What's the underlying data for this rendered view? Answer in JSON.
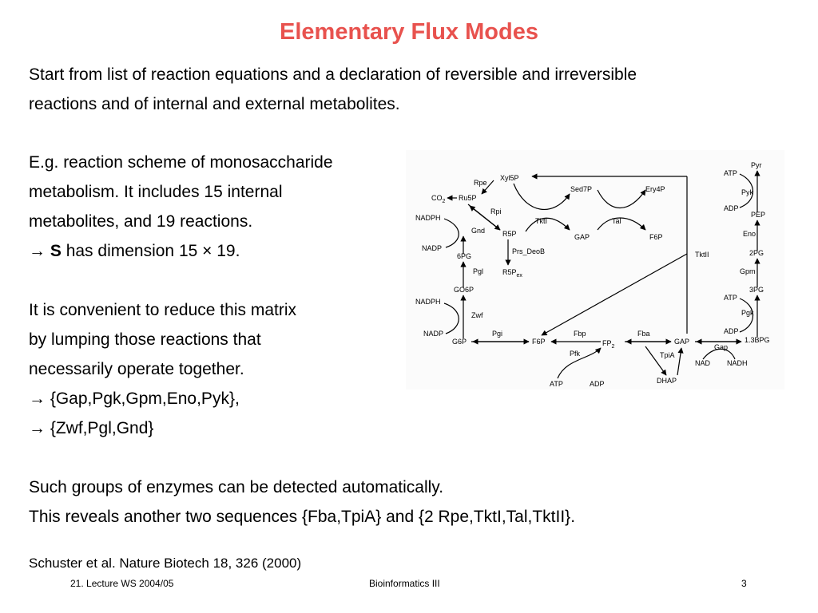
{
  "slide": {
    "title": "Elementary Flux Modes",
    "intro_line1": "Start from list of reaction equations and a declaration of reversible and irreversible",
    "intro_line2": "reactions and of internal and external metabolites.",
    "eg_line1": "E.g. reaction scheme of monosaccharide",
    "eg_line2": "metabolism. It includes 15 internal",
    "eg_line3": "metabolites, and 19 reactions.",
    "arrow_symbol": "→",
    "matrix_symbol": "S",
    "dimension_text": " has dimension 15 × 19.",
    "reduce_line1": "It is convenient to reduce this matrix",
    "reduce_line2": "by lumping those reactions that",
    "reduce_line3": "necessarily operate together.",
    "group1": " {Gap,Pgk,Gpm,Eno,Pyk},",
    "group2": " {Zwf,Pgl,Gnd}",
    "detect_line": "Such groups of enzymes can be detected automatically.",
    "reveal_line": "This reveals another two sequences {Fba,TpiA} and {2 Rpe,TktI,Tal,TktII}.",
    "reference": "Schuster et al. Nature Biotech 18, 326 (2000)"
  },
  "footer": {
    "left": "21. Lecture WS 2004/05",
    "center": "Bioinformatics III",
    "page": "3"
  },
  "diagram": {
    "labels": {
      "xyl5p": "Xyl5P",
      "rpe": "Rpe",
      "ru5p": "Ru5P",
      "co2": "CO",
      "co2_sub": "2",
      "rpi": "Rpi",
      "r5p": "R5P",
      "tkti": "TktI",
      "sed7p": "Sed7P",
      "tal": "Tal",
      "ery4p": "Ery4P",
      "gap_top": "GAP",
      "f6p_top": "F6P",
      "tktii": "TktII",
      "prs_deob": "Prs_DeoB",
      "r5pex": "R5P",
      "r5pex_sub": "ex",
      "nadph1": "NADPH",
      "gnd": "Gnd",
      "nadp1": "NADP",
      "pg6": "6PG",
      "pgl": "Pgl",
      "go6p": "GO6P",
      "nadph2": "NADPH",
      "zwf": "Zwf",
      "nadp2": "NADP",
      "g6p": "G6P",
      "pgi": "Pgi",
      "f6p": "F6P",
      "fbp": "Fbp",
      "fp2": "FP",
      "fp2_sub": "2",
      "fba": "Fba",
      "gap": "GAP",
      "pfk": "Pfk",
      "tpia": "TpiA",
      "dhap": "DHAP",
      "atp_bottom": "ATP",
      "adp_bottom": "ADP",
      "pyr": "Pyr",
      "atp1": "ATP",
      "pyk": "Pyk",
      "adp1": "ADP",
      "pep": "PEP",
      "eno": "Eno",
      "pg2": "2PG",
      "gpm": "Gpm",
      "pg3": "3PG",
      "atp2": "ATP",
      "pgk": "Pgk",
      "adp2": "ADP",
      "bpg13": "1.3BPG",
      "gap_enz": "Gap",
      "nad": "NAD",
      "nadh": "NADH"
    }
  }
}
